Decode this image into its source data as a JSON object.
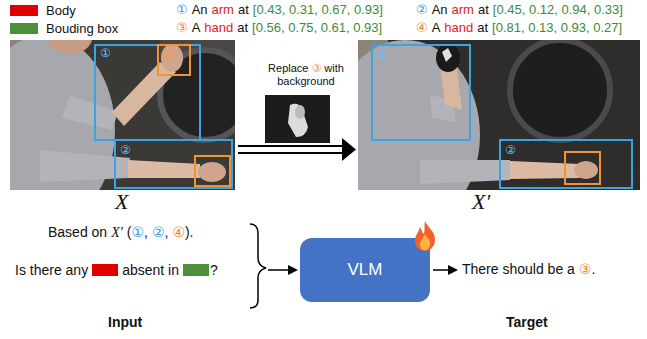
{
  "diagram": {
    "nodes": [
      {
        "text": [
          "VLM"
        ]
      }
    ],
    "labels": [
      "①",
      "An",
      "arm",
      "at",
      "[0.43, 0.31, 0.67, 0.93]",
      "②",
      "An",
      "arm",
      "at",
      "[0.45, 0.12, 0.94, 0.33]",
      "③",
      "A",
      "hand",
      "at",
      "[0.56, 0.75, 0.61, 0.93]",
      "④",
      "A",
      "hand",
      "at",
      "[0.81, 0.13, 0.93, 0.27]",
      "①",
      "③",
      "②",
      "Replace",
      "③",
      "with background",
      "①",
      "②",
      "X",
      "X′",
      "Based on",
      "X′",
      "(",
      "①",
      ",",
      "②",
      ",",
      "④",
      ").",
      "Is there any",
      "absent in",
      "?",
      "There should be a",
      "③",
      ".",
      "Input",
      "Target"
    ],
    "legend": [
      {
        "text": "Body",
        "color": "#e00000"
      },
      {
        "text": "Bouding box",
        "color": "#4e8f3a"
      }
    ]
  }
}
